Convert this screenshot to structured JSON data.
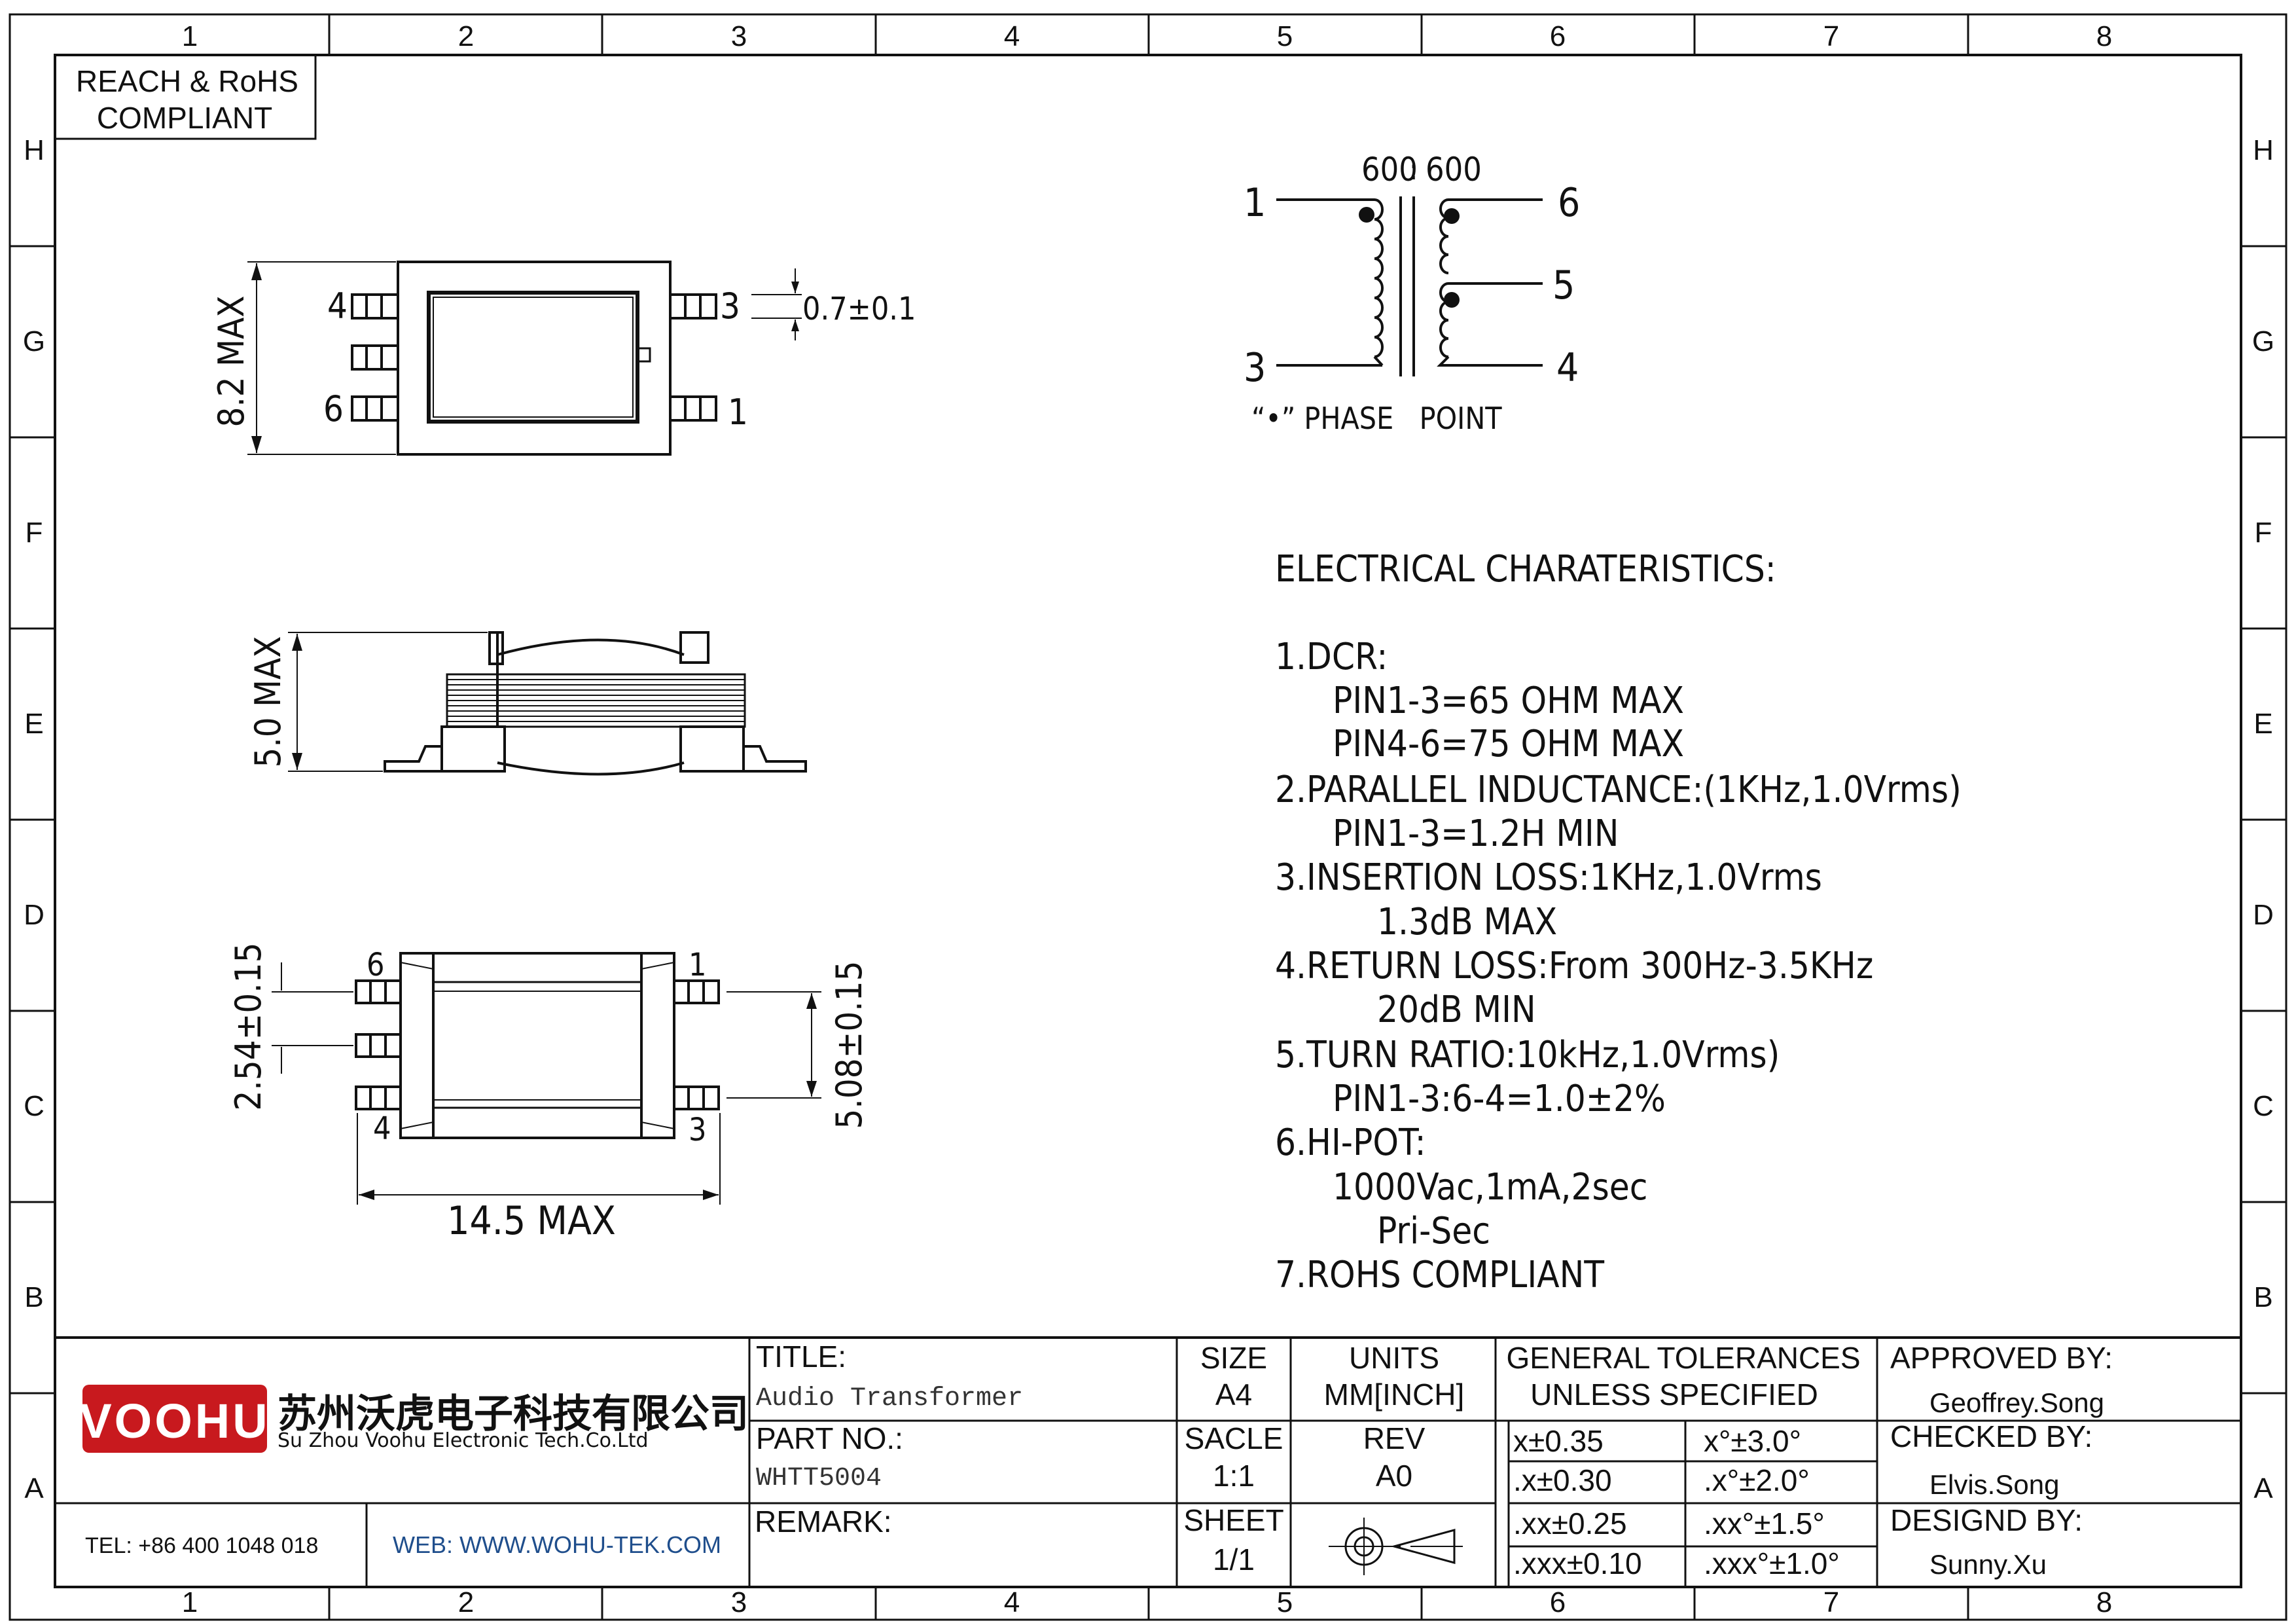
{
  "border": {
    "columns": [
      "1",
      "2",
      "3",
      "4",
      "5",
      "6",
      "7",
      "8"
    ],
    "rows": [
      "H",
      "G",
      "F",
      "E",
      "D",
      "C",
      "B",
      "A"
    ]
  },
  "compliance_box": [
    "REACH & RoHS",
    "COMPLIANT"
  ],
  "top_view": {
    "height_dim": "8.2 MAX",
    "pin_pitch_dim": "0.7±0.1",
    "pins": [
      "4",
      "3",
      "6",
      "1"
    ]
  },
  "side_view": {
    "height_dim": "5.0 MAX"
  },
  "bottom_view": {
    "pitch_dim": "2.54±0.15",
    "span_dim": "5.08±0.15",
    "length_dim": "14.5 MAX",
    "pins": [
      "6",
      "1",
      "4",
      "3"
    ]
  },
  "schematic": {
    "ratio_left": "600",
    "ratio_sep": ":",
    "ratio_right": "600",
    "pins": [
      "1",
      "3",
      "6",
      "5",
      "4"
    ],
    "phase_label": "“•” PHASE   POINT"
  },
  "electrical": {
    "heading": "ELECTRICAL CHARATERISTICS:",
    "lines": [
      {
        "text": "1.DCR:",
        "indent": 0
      },
      {
        "text": "PIN1-3=65 OHM MAX",
        "indent": 1
      },
      {
        "text": "PIN4-6=75 OHM MAX",
        "indent": 1
      },
      {
        "text": "2.PARALLEL INDUCTANCE:(1KHz,1.0Vrms)",
        "indent": 0
      },
      {
        "text": "PIN1-3=1.2H MIN",
        "indent": 1
      },
      {
        "text": "3.INSERTION LOSS:1KHz,1.0Vrms",
        "indent": 0
      },
      {
        "text": "1.3dB MAX",
        "indent": 2
      },
      {
        "text": "4.RETURN LOSS:From 300Hz-3.5KHz",
        "indent": 0
      },
      {
        "text": "20dB MIN",
        "indent": 2
      },
      {
        "text": "5.TURN RATIO:10kHz,1.0Vrms)",
        "indent": 0
      },
      {
        "text": "PIN1-3:6-4=1.0±2%",
        "indent": 1
      },
      {
        "text": "6.HI-POT:",
        "indent": 0
      },
      {
        "text": "1000Vac,1mA,2sec",
        "indent": 1
      },
      {
        "text": "Pri-Sec",
        "indent": 2
      },
      {
        "text": "7.ROHS COMPLIANT",
        "indent": 0
      }
    ]
  },
  "title_block": {
    "logo_text": "VOOHU",
    "company_cn": "苏州沃虎电子科技有限公司",
    "company_en": "Su Zhou Voohu Electronic Tech.Co.Ltd",
    "tel": "TEL: +86 400 1048 018",
    "web": "WEB: WWW.WOHU-TEK.COM",
    "title_label": "TITLE:",
    "title_value": "Audio Transformer",
    "part_label": "PART NO.:",
    "part_value": "WHTT5004",
    "remark_label": "REMARK:",
    "size_label": "SIZE",
    "size_value": "A4",
    "units_label": "UNITS",
    "units_value": "MM[INCH]",
    "scale_label": "SACLE",
    "scale_value": "1:1",
    "rev_label": "REV",
    "rev_value": "A0",
    "sheet_label": "SHEET",
    "sheet_value": "1/1",
    "tol_title_1": "GENERAL TOLERANCES",
    "tol_title_2": "UNLESS SPECIFIED",
    "tolerances": [
      [
        "x±0.35",
        "x°±3.0°"
      ],
      [
        ".x±0.30",
        ".x°±2.0°"
      ],
      [
        ".xx±0.25",
        ".xx°±1.5°"
      ],
      [
        ".xxx±0.10",
        ".xxx°±1.0°"
      ]
    ],
    "approved_label": "APPROVED BY:",
    "approved_value": "Geoffrey.Song",
    "checked_label": "CHECKED BY:",
    "checked_value": "Elvis.Song",
    "design_label": "DESIGND BY:",
    "design_value": "Sunny.Xu"
  },
  "colors": {
    "brand_red": "#c8191e",
    "web_blue": "#1f4e8c",
    "line": "#111111"
  }
}
